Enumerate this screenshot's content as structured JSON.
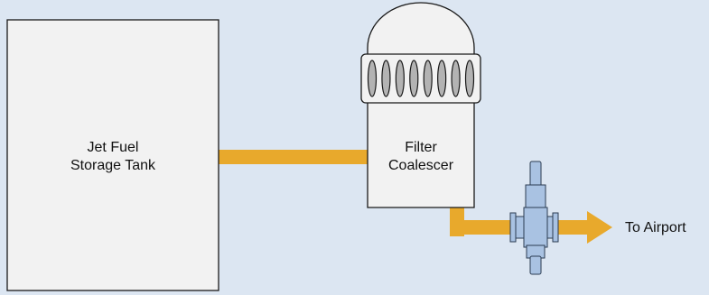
{
  "storage_tank": {
    "label_line1": "Jet Fuel",
    "label_line2": "Storage Tank"
  },
  "filter": {
    "label_line1": "Filter",
    "label_line2": "Coalescer",
    "slot_count": 8
  },
  "destination": {
    "label": "To Airport"
  },
  "colors": {
    "background": "#dce6f2",
    "pipe": "#e8a92c",
    "equipment_fill": "#f2f2f2",
    "equipment_stroke": "#1a1a1a",
    "slot_fill": "#b3b3b3",
    "valve_fill": "#a9c2e2",
    "valve_stroke": "#2b3c52"
  }
}
